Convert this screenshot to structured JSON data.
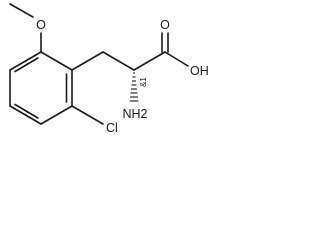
{
  "molecule": {
    "atom_labels": {
      "methoxy_o": "O",
      "hydroxyl": "OH",
      "carbonyl_o": "O",
      "amine": "NH2",
      "chlorine": "Cl"
    },
    "stereo_label": "&1"
  }
}
